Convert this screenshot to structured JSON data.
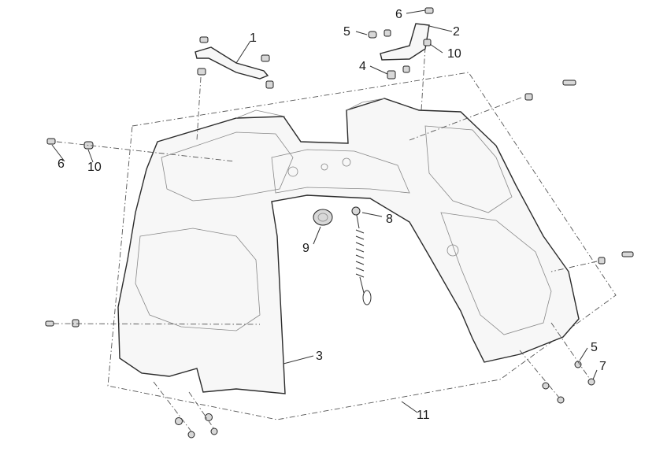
{
  "callouts": {
    "c1": "1",
    "c2": "2",
    "c3": "3",
    "c4": "4",
    "c5a": "5",
    "c5b": "5",
    "c6a": "6",
    "c6b": "6",
    "c7": "7",
    "c8": "8",
    "c9": "9",
    "c10a": "10",
    "c10b": "10",
    "c11": "11"
  }
}
